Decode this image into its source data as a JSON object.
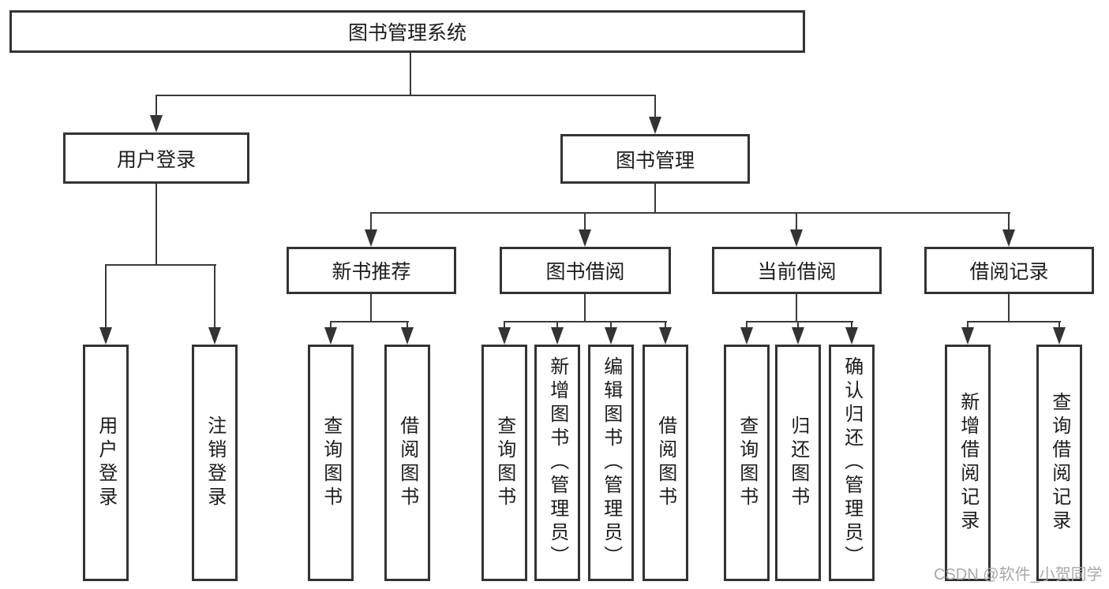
{
  "diagram": {
    "type": "function-structure-tree",
    "colors": {
      "background": "#ffffff",
      "box_border": "#333333",
      "line": "#3a3a3a",
      "text": "#1c1c1c",
      "watermark": "#a9a9a9"
    },
    "tree": {
      "label": "图书管理系统",
      "children": [
        {
          "label": "用户登录",
          "children": [
            {
              "label": "用户登录"
            },
            {
              "label": "注销登录"
            }
          ]
        },
        {
          "label": "图书管理",
          "children": [
            {
              "label": "新书推荐",
              "children": [
                {
                  "label": "查询图书"
                },
                {
                  "label": "借阅图书"
                }
              ]
            },
            {
              "label": "图书借阅",
              "children": [
                {
                  "label": "查询图书"
                },
                {
                  "label": "新增图书（管理员）"
                },
                {
                  "label": "编辑图书（管理员）"
                },
                {
                  "label": "借阅图书"
                }
              ]
            },
            {
              "label": "当前借阅",
              "children": [
                {
                  "label": "查询图书"
                },
                {
                  "label": "归还图书"
                },
                {
                  "label": "确认归还（管理员）"
                }
              ]
            },
            {
              "label": "借阅记录",
              "children": [
                {
                  "label": "新增借阅记录"
                },
                {
                  "label": "查询借阅记录"
                }
              ]
            }
          ]
        }
      ]
    }
  },
  "watermark": {
    "text": "CSDN @软件_小贺同学"
  }
}
